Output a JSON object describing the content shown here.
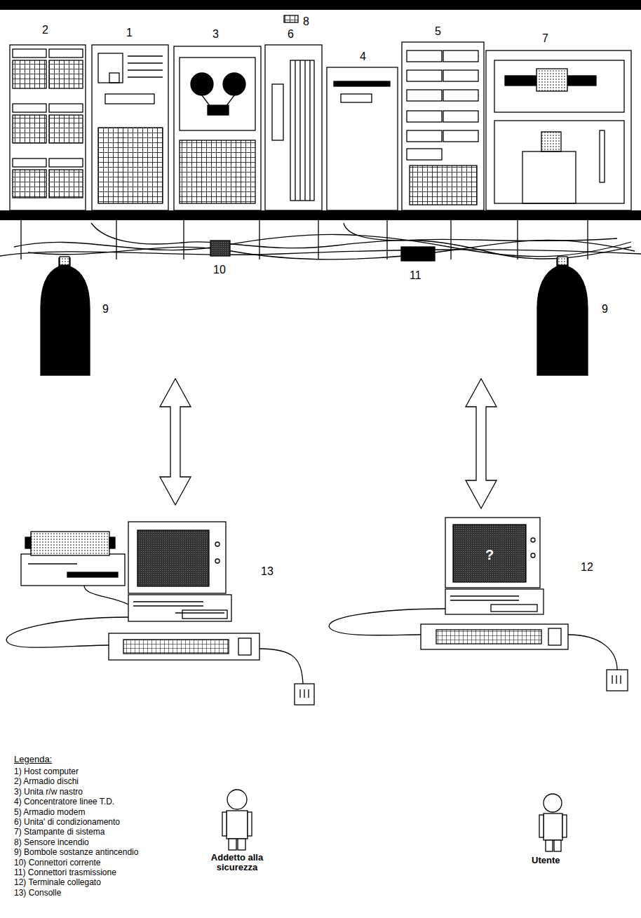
{
  "diagram": {
    "labels": [
      "8",
      "2",
      "1",
      "3",
      "6",
      "4",
      "5",
      "7",
      "10",
      "11",
      "9",
      "9",
      "?",
      "13",
      "12",
      "Legenda:",
      "Addetto alla sicurezza",
      "Utente"
    ],
    "legend": [
      {
        "text": "1) Host computer"
      },
      {
        "text": "2) Armadio dischi"
      },
      {
        "text": "3) Unita r/w nastro"
      },
      {
        "text": "4) Concentratore linee T.D."
      },
      {
        "text": "5) Armadio modem"
      },
      {
        "text": "6) Unita' di condizionamento"
      },
      {
        "text": "7) Stampante di sistema"
      },
      {
        "text": "8) Sensore incendio"
      },
      {
        "text": "9) Bombole sostanze antincendio"
      },
      {
        "text": "10) Connettori corrente"
      },
      {
        "text": "11) Connettori trasmissione"
      },
      {
        "text": "12) Terminale collegato"
      },
      {
        "text": "13) Consolle"
      }
    ]
  }
}
